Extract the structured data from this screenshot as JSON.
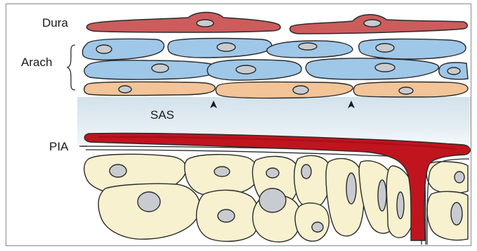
{
  "labels": {
    "dura": "Dura",
    "arach": "Arach",
    "sas": "SAS",
    "pia": "PIA"
  },
  "colors": {
    "dura_cell": "#cd5c5c",
    "arach_cell": "#9fc7e8",
    "arachnoid_barrier_cell": "#f2c497",
    "sas_band": "#dde8ef",
    "pia_vessel": "#c0141e",
    "brain_cell": "#f7f1cf",
    "nucleus": "#c8ccd0",
    "outline": "#2b2b2b"
  }
}
